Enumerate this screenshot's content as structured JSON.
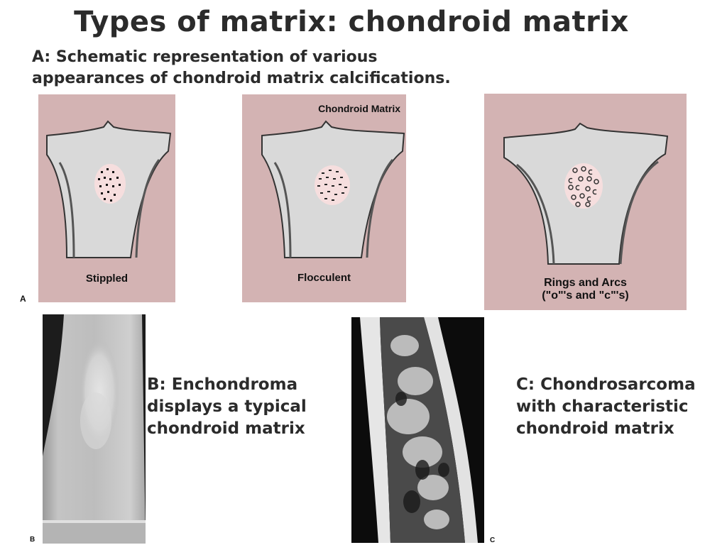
{
  "slide": {
    "title": "Types of matrix: chondroid matrix",
    "subtitle_line1": "A: Schematic representation of various",
    "subtitle_line2": "appearances of chondroid matrix calcifications."
  },
  "figure_a": {
    "letter": "A",
    "panel_bg": "#d3b3b3",
    "bone_fill": "#d9d9d9",
    "lesion_fill": "#f6dede",
    "header": "Chondroid Matrix",
    "panels": [
      {
        "label": "Stippled"
      },
      {
        "label": "Flocculent"
      },
      {
        "label_line1": "Rings and Arcs",
        "label_line2": "(\"o\"'s and \"c\"'s)"
      }
    ]
  },
  "figure_b": {
    "letter": "B",
    "caption_line1": "B: Enchondroma",
    "caption_line2": "displays a typical",
    "caption_line3": "chondroid matrix"
  },
  "figure_c": {
    "letter": "C",
    "caption_line1": "C: Chondrosarcoma",
    "caption_line2": "with characteristic",
    "caption_line3": "chondroid matrix"
  }
}
